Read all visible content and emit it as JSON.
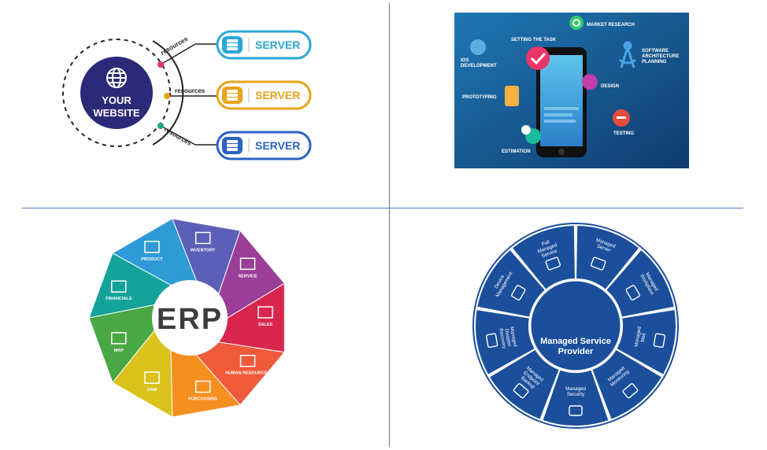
{
  "website_diagram": {
    "center_label_line1": "YOUR",
    "center_label_line2": "WEBSITE",
    "connector_label": "resources",
    "servers": [
      {
        "label": "SERVER",
        "color": "#2aa7d4"
      },
      {
        "label": "SERVER",
        "color": "#e9a21a"
      },
      {
        "label": "SERVER",
        "color": "#2a63c4"
      }
    ],
    "center_color": "#2b2a78"
  },
  "app_dev": {
    "background": "#1a5e96",
    "labels": {
      "market_research": "MARKET RESEARCH",
      "setting_task": "SETTING THE TASK",
      "ios_development": "IOS\nDEVELOPMENT",
      "software_architecture_1": "SOFTWARE",
      "software_architecture_2": "ARCHITECTURE",
      "software_architecture_3": "PLANNING",
      "design": "DESIGN",
      "prototyping": "PROTOTYPING",
      "testing": "TESTING",
      "estimation": "ESTIMATION",
      "ios_line1": "IOS",
      "ios_line2": "DEVELOPMENT"
    }
  },
  "erp": {
    "center_label": "ERP",
    "segments": [
      {
        "label": "INVENTORY",
        "color": "#5b5fb8"
      },
      {
        "label": "SERVICE",
        "color": "#9a3e98"
      },
      {
        "label": "SALES",
        "color": "#d9264f"
      },
      {
        "label": "HUMAN RESOURCES",
        "color": "#ef5a3a"
      },
      {
        "label": "PURCHASING",
        "color": "#f58f1f"
      },
      {
        "label": "CRM",
        "color": "#d8c21b"
      },
      {
        "label": "MRP",
        "color": "#4aa844"
      },
      {
        "label": "FINANCIALS",
        "color": "#13a39a"
      },
      {
        "label": "PRODUCT",
        "color": "#2e9ad6"
      }
    ]
  },
  "msp": {
    "center_line1": "Managed Service",
    "center_line2": "Provider",
    "outer_color": "#1b4f9c",
    "segments": [
      {
        "lines": [
          "Managed",
          "Server"
        ]
      },
      {
        "lines": [
          "Managed",
          "Workplace"
        ]
      },
      {
        "lines": [
          "Managed",
          "Mail"
        ]
      },
      {
        "lines": [
          "Managed",
          "Monitoring"
        ]
      },
      {
        "lines": [
          "Managed",
          "Security"
        ]
      },
      {
        "lines": [
          "Managed",
          "Endpoint",
          "Backup"
        ]
      },
      {
        "lines": [
          "Managed",
          "Disaster",
          "Recovery"
        ]
      },
      {
        "lines": [
          "Device",
          "Management"
        ]
      },
      {
        "lines": [
          "Full",
          "Managed",
          "Service"
        ]
      }
    ]
  }
}
